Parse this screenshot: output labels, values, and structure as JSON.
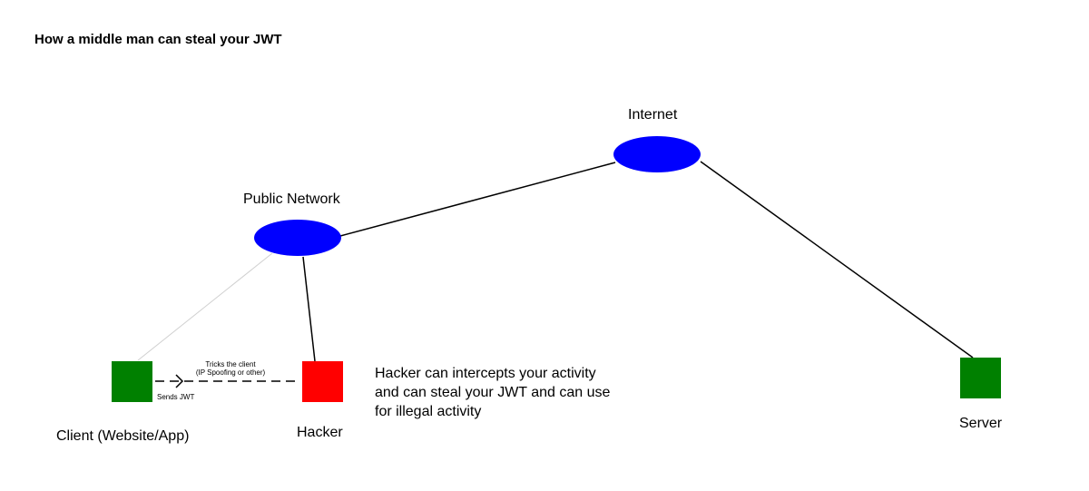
{
  "title": "How a middle man can steal your JWT",
  "nodes": {
    "internet": {
      "label": "Internet"
    },
    "public_network": {
      "label": "Public Network"
    },
    "client": {
      "label": "Client (Website/App)"
    },
    "hacker": {
      "label": "Hacker"
    },
    "server": {
      "label": "Server"
    }
  },
  "edges": {
    "trick": {
      "line1": "Tricks the client",
      "line2": "(IP Spoofing or other)"
    },
    "send": {
      "label": "Sends JWT"
    }
  },
  "note": {
    "line1": "Hacker can intercepts your activity",
    "line2": "and can steal your JWT and can use",
    "line3": "for illegal activity"
  },
  "colors": {
    "network_node": "#0000ff",
    "endpoint_node": "#008000",
    "hacker_node": "#ff0000",
    "line": "#000000",
    "faint_line": "#d0d0d0"
  }
}
